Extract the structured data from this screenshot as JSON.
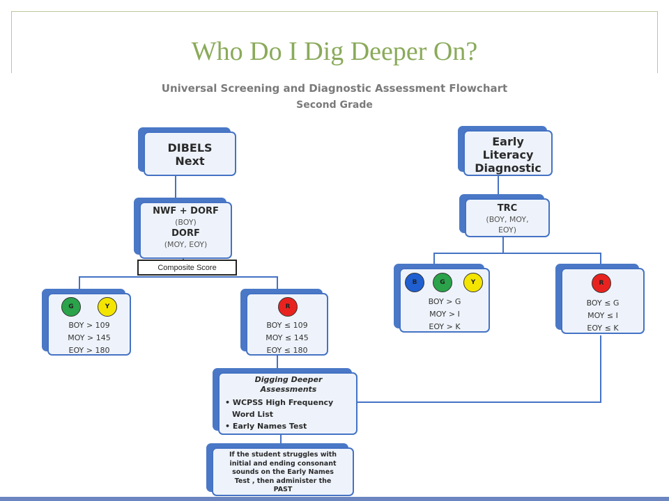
{
  "slide": {
    "title": "Who Do I Dig Deeper On?"
  },
  "flowchart": {
    "title": "Universal Screening and Diagnostic Assessment Flowchart",
    "subtitle": "Second Grade",
    "dibels": {
      "line1": "DIBELS",
      "line2": "Next"
    },
    "nwf": {
      "line1": "NWF + DORF",
      "line2": "(BOY)",
      "line3": "DORF",
      "line4": "(MOY, EOY)"
    },
    "composite": "Composite Score",
    "gy_box": {
      "circles": [
        "G",
        "Y"
      ],
      "lines": [
        "BOY > 109",
        "MOY > 145",
        "EOY > 180"
      ]
    },
    "r_box": {
      "circles": [
        "R"
      ],
      "lines": [
        "BOY ≤ 109",
        "MOY ≤ 145",
        "EOY ≤ 180"
      ]
    },
    "early": {
      "line1": "Early",
      "line2": "Literacy",
      "line3": "Diagnostic"
    },
    "trc": {
      "line1": "TRC",
      "line2": "(BOY, MOY,",
      "line3": "EOY)"
    },
    "bgy_box": {
      "circles": [
        "B",
        "G",
        "Y"
      ],
      "lines": [
        "BOY > G",
        "MOY > I",
        "EOY > K"
      ]
    },
    "r2_box": {
      "circles": [
        "R"
      ],
      "lines": [
        "BOY ≤ G",
        "MOY ≤ I",
        "EOY ≤ K"
      ]
    },
    "digging": {
      "heading1": "Digging Deeper",
      "heading2": "Assessments",
      "item1a": "WCPSS High Frequency",
      "item1b": "Word List",
      "item2": "Early Names Test"
    },
    "struggle": [
      "If the student struggles with",
      "initial and ending consonant",
      "sounds on the Early Names",
      "Test , then administer the",
      "PAST"
    ]
  },
  "colors": {
    "title": "#8aaa5a",
    "box_border": "#4472c4",
    "green": "#2aa34a",
    "yellow": "#f4e500",
    "red": "#e8231f",
    "blue": "#1f5fd1"
  }
}
